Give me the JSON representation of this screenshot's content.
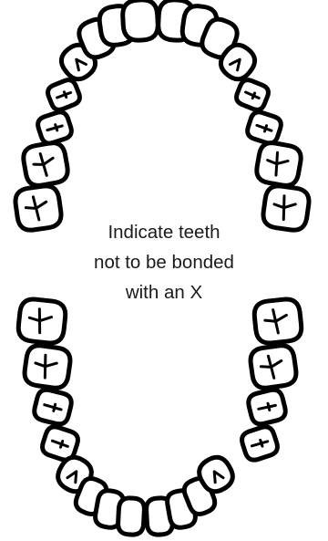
{
  "instruction": "Indicate teeth\nnot to be bonded\nwith an X",
  "arches": [
    {
      "name": "upper",
      "teeth": [
        "molar",
        "molar",
        "premolar",
        "premolar",
        "canine",
        "incisor",
        "incisor",
        "incisor",
        "incisor",
        "incisor",
        "incisor",
        "canine",
        "premolar",
        "premolar",
        "molar",
        "molar"
      ]
    },
    {
      "name": "lower",
      "teeth": [
        "molar",
        "molar",
        "premolar",
        "premolar",
        "canine",
        "incisor",
        "incisor",
        "incisor",
        "incisor",
        "incisor",
        "incisor",
        "canine",
        "premolar",
        "premolar",
        "molar",
        "molar"
      ]
    }
  ]
}
